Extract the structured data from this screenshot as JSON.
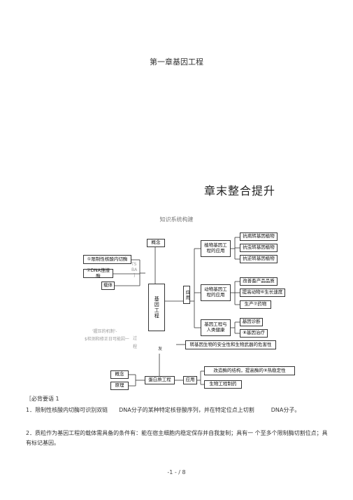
{
  "chapter_title": "第一章基因工程",
  "section_title": "章末整合提升",
  "knowledge_heading": "知识系统构建",
  "diagram": {
    "concept": "概念",
    "left_tools": [
      "①限制性核酸内切酶",
      "②DNA连接酶",
      "载体"
    ],
    "faint_left": [
      "TS",
      "BA",
      "]"
    ],
    "faint_bottom": [
      "'握压的机制'-",
      "$检测和修正日可能因一"
    ],
    "faint_mid": [
      "过",
      "程"
    ],
    "center": "基因工程",
    "application": "应用",
    "plant": "植物基因工程的应用",
    "plant_items": [
      "抗病转基因植物",
      "抗虫转基因植物",
      "抗逆转基因植物"
    ],
    "animal": "动物基因工程的应用",
    "animal_items": [
      "改善畜产品品质",
      "提高动物⑥生长速度",
      "生产⑦药物"
    ],
    "health": "基因工程与人类健康",
    "health_items": [
      "基因诊断",
      "⑧基因治疗"
    ],
    "safety": "转基因生物的安全性和生物武器的危害性",
    "side_char": "发",
    "protein_concept": "概念",
    "protein_principle": "原理",
    "protein_engineering": "蛋白质工程",
    "protein_application": "应用",
    "protein_items": [
      "改造酶的结构，提高酶的⑨热稳定性",
      "生物工程制药"
    ]
  },
  "must_remember": "［必背要语 1",
  "paragraphs": [
    "1．限制性核酸内切酶可识别双链　　DNA分子的某种特定核苷酸序列，并在特定位点上切割　　　DNA分子。",
    "2．质粒作为基因工程的载体需具备的条件有：能在宿主细胞内稳定保存并自我复制；具有一 个至多个限制酶切割位点；具有标记基因。"
  ],
  "page_number": "-1 - / 8"
}
